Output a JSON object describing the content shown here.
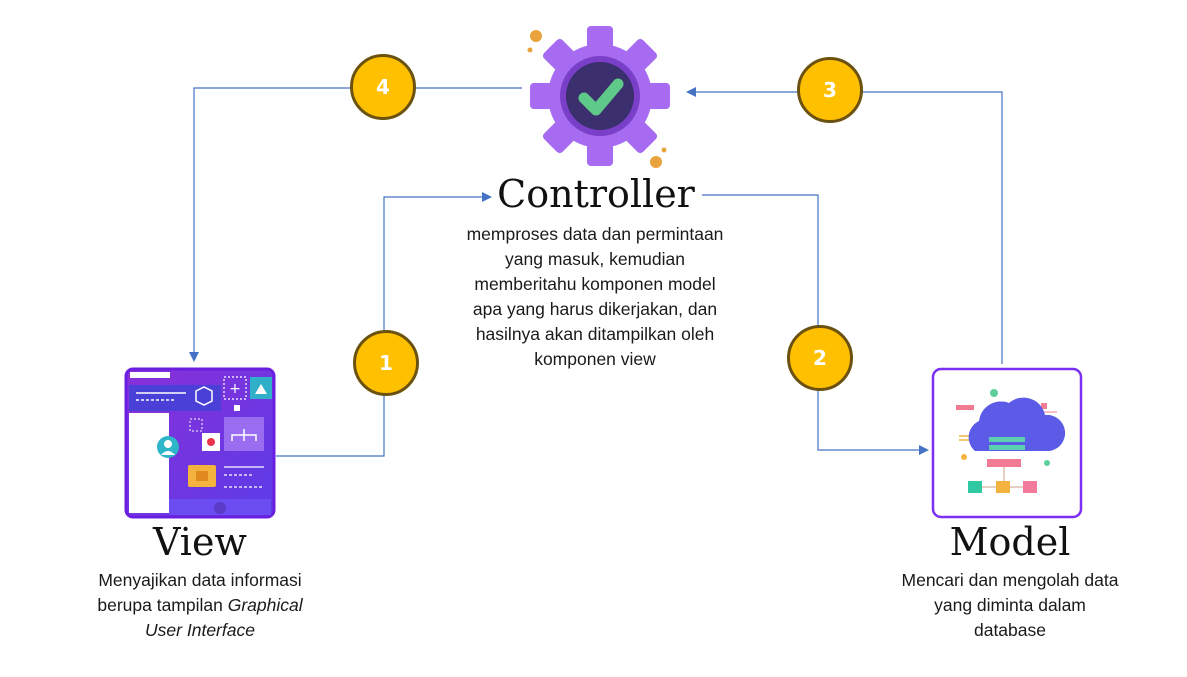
{
  "diagram": {
    "title": "MVC",
    "nodes": {
      "controller": {
        "title": "Controller",
        "description_lines": [
          "memproses data dan permintaan",
          "yang masuk, kemudian",
          "memberitahu komponen model",
          "apa yang harus dikerjakan, dan",
          "hasilnya akan ditampilkan oleh",
          "komponen view"
        ],
        "icon": "gear-check-icon"
      },
      "view": {
        "title": "View",
        "description_line1": "Menyajikan data informasi",
        "description_line2_prefix": "berupa tampilan ",
        "description_line2_italic": "Graphical",
        "description_line3_italic": "User Interface",
        "icon": "gui-dashboard-icon"
      },
      "model": {
        "title": "Model",
        "description_lines": [
          "Mencari dan mengolah data",
          "yang diminta dalam",
          "database"
        ],
        "icon": "cloud-database-icon"
      }
    },
    "steps": [
      {
        "number": "1",
        "from": "View",
        "to": "Controller"
      },
      {
        "number": "2",
        "from": "Controller",
        "to": "Model"
      },
      {
        "number": "3",
        "from": "Model",
        "to": "Controller"
      },
      {
        "number": "4",
        "from": "Controller",
        "to": "View"
      }
    ],
    "colors": {
      "connector": "#4472c4",
      "badge_fill": "#ffc000",
      "badge_border": "#6b5210",
      "gear": "#a66bf0",
      "frame": "#7b2ff2"
    }
  }
}
